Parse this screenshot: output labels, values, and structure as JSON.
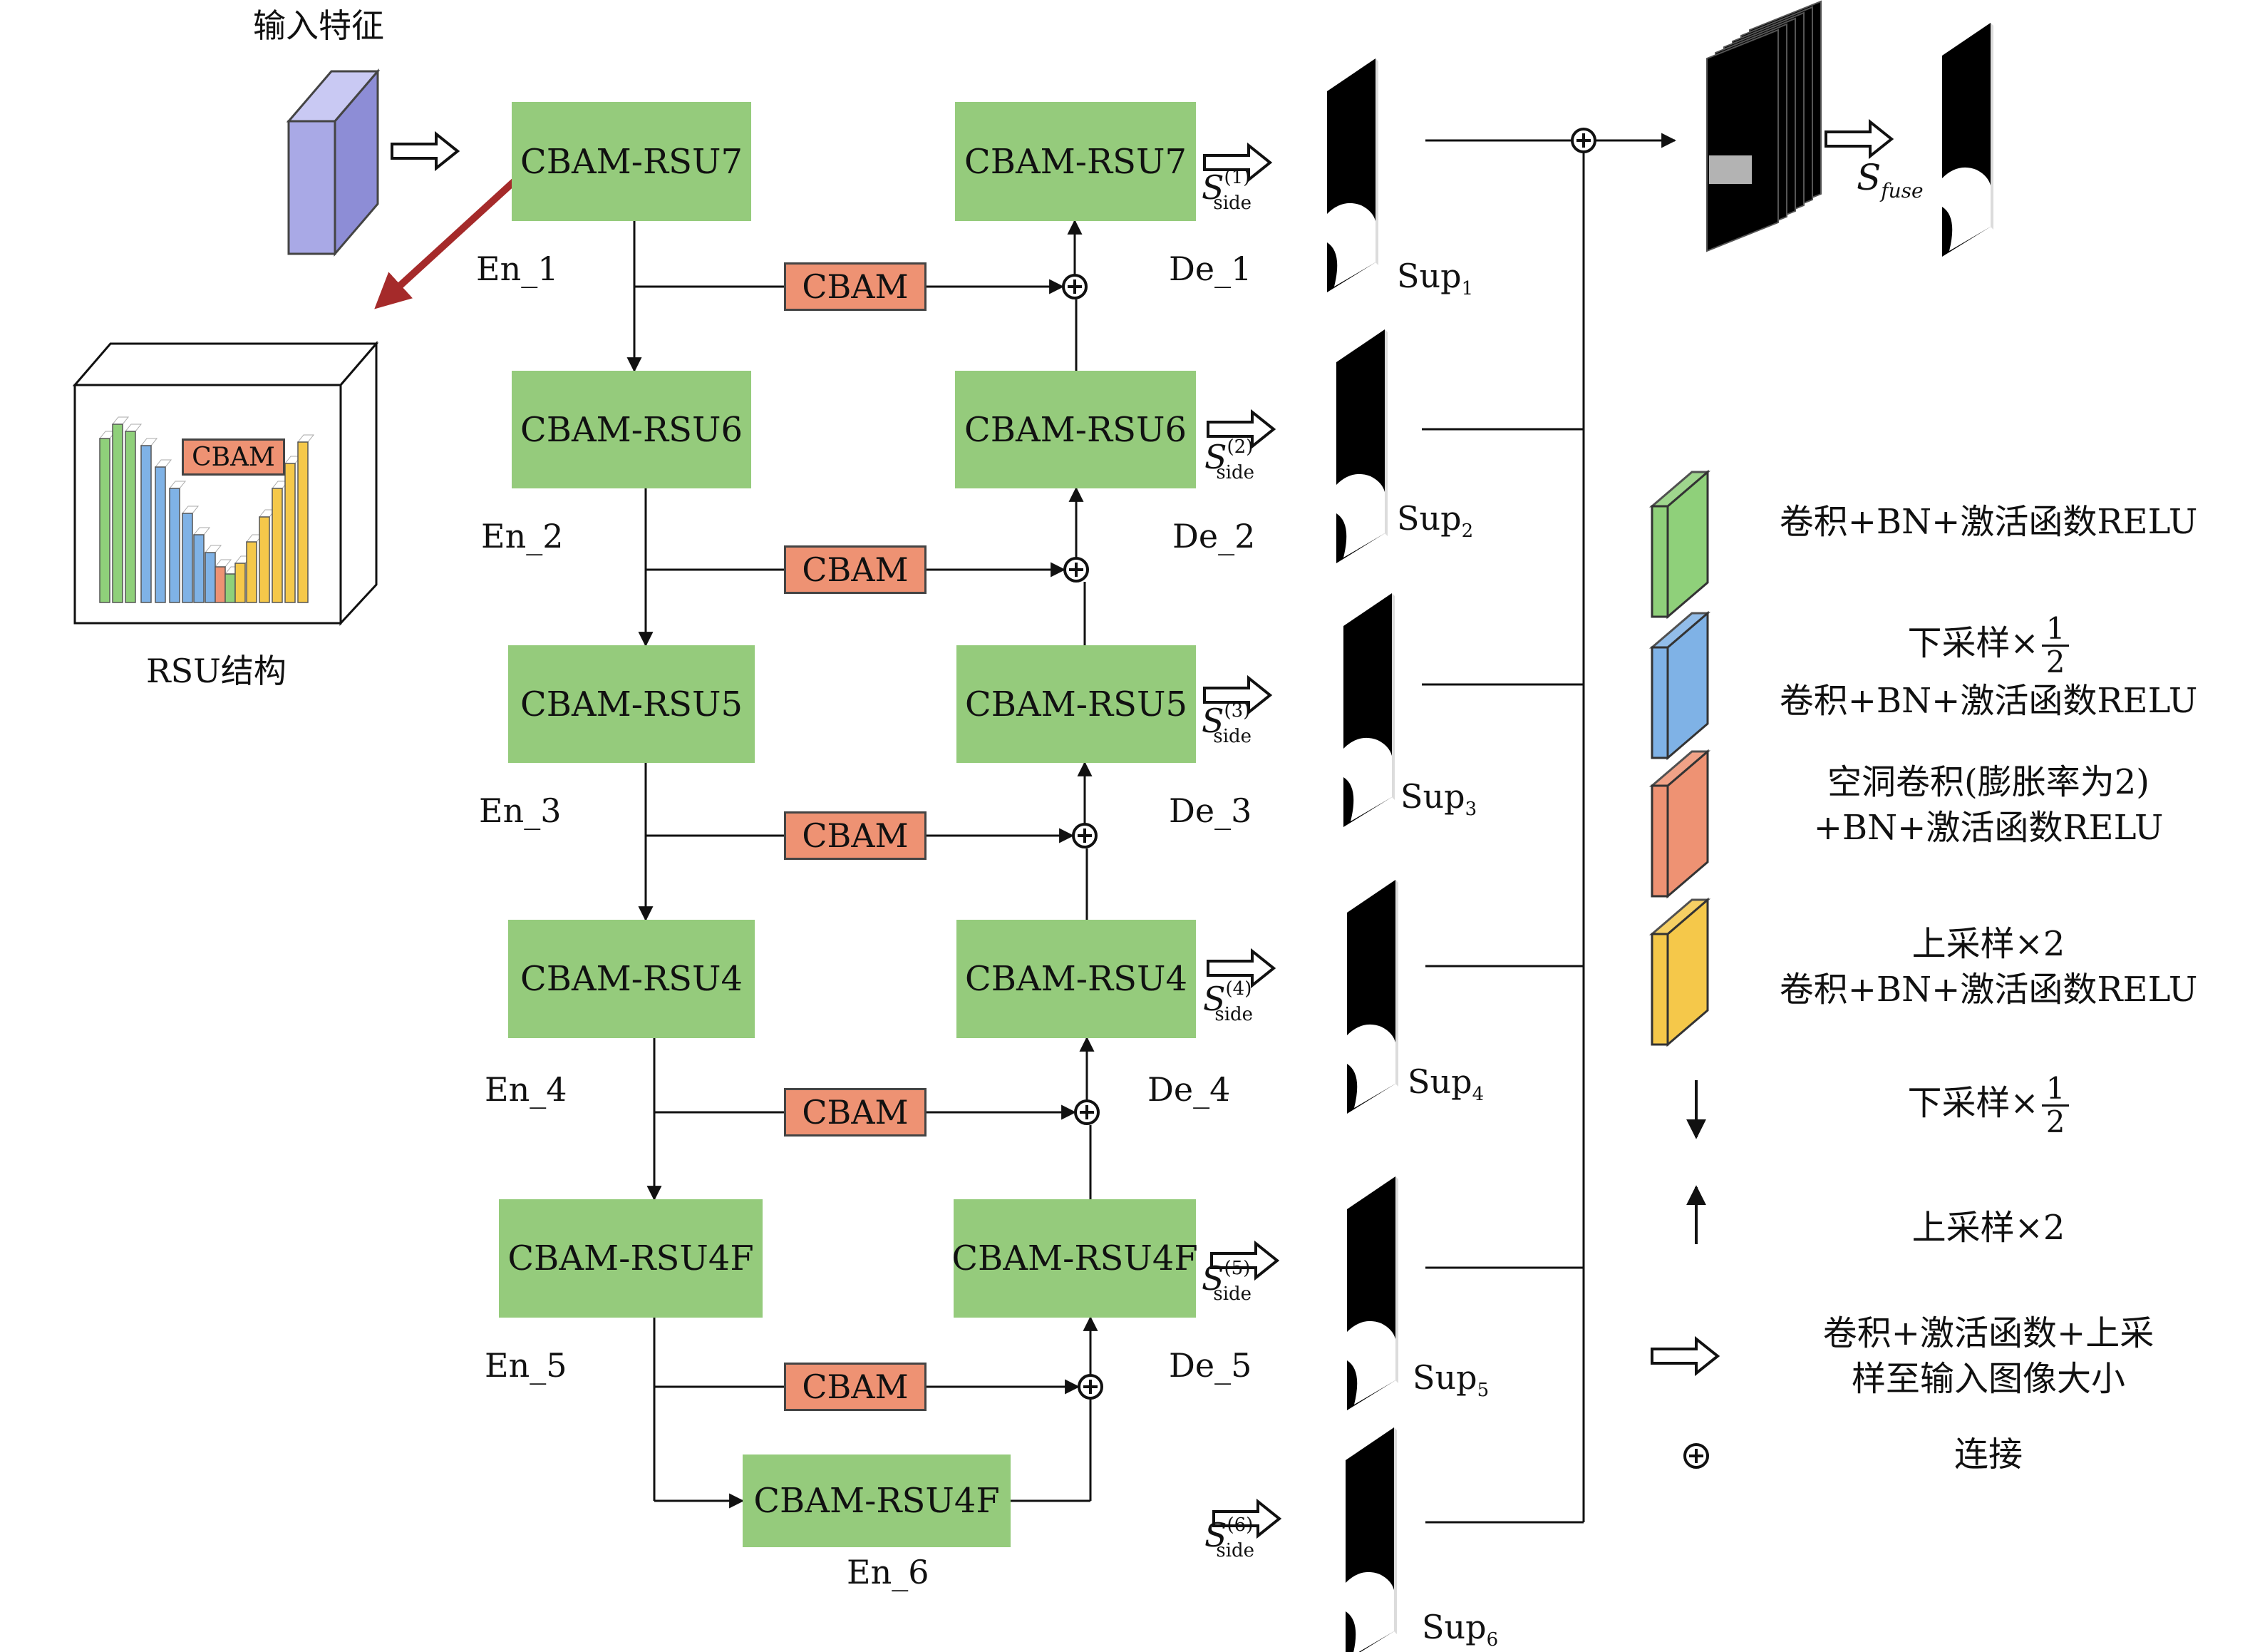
{
  "input_label": "输入特征",
  "rsu_label": "RSU结构",
  "rsu_inner_cbam": "CBAM",
  "cbam_label": "CBAM",
  "encoders": [
    {
      "name": "CBAM-RSU7",
      "tag": "En_1"
    },
    {
      "name": "CBAM-RSU6",
      "tag": "En_2"
    },
    {
      "name": "CBAM-RSU5",
      "tag": "En_3"
    },
    {
      "name": "CBAM-RSU4",
      "tag": "En_4"
    },
    {
      "name": "CBAM-RSU4F",
      "tag": "En_5"
    },
    {
      "name": "CBAM-RSU4F",
      "tag": "En_6"
    }
  ],
  "decoders": [
    {
      "name": "CBAM-RSU7",
      "tag": "De_1"
    },
    {
      "name": "CBAM-RSU6",
      "tag": "De_2"
    },
    {
      "name": "CBAM-RSU5",
      "tag": "De_3"
    },
    {
      "name": "CBAM-RSU4",
      "tag": "De_4"
    },
    {
      "name": "CBAM-RSU4F",
      "tag": "De_5"
    }
  ],
  "side_outputs": [
    {
      "sym": "S",
      "sup": "(1)",
      "sub": "side",
      "map": "Sup",
      "idx": "1"
    },
    {
      "sym": "S",
      "sup": "(2)",
      "sub": "side",
      "map": "Sup",
      "idx": "2"
    },
    {
      "sym": "S",
      "sup": "(3)",
      "sub": "side",
      "map": "Sup",
      "idx": "3"
    },
    {
      "sym": "S",
      "sup": "(4)",
      "sub": "side",
      "map": "Sup",
      "idx": "4"
    },
    {
      "sym": "S",
      "sup": "(5)",
      "sub": "side",
      "map": "Sup",
      "idx": "5"
    },
    {
      "sym": "S",
      "sup": "(6)",
      "sub": "side",
      "map": "Sup",
      "idx": "6"
    }
  ],
  "fuse": {
    "sym": "S",
    "sub": "fuse"
  },
  "legend": {
    "green": "卷积+BN+激活函数RELU",
    "blue_line1": "下采样×",
    "blue_line2": "卷积+BN+激活函数RELU",
    "orange_line1": "空洞卷积(膨胀率为2)",
    "orange_line2": "+BN+激活函数RELU",
    "yellow_line1": "上采样×2",
    "yellow_line2": "卷积+BN+激活函数RELU",
    "down_arrow": "下采样×",
    "up_arrow": "上采样×2",
    "hollow_arrow_line1": "卷积+激活函数+上采",
    "hollow_arrow_line2": "样至输入图像大小",
    "concat": "连接",
    "frac_num": "1",
    "frac_den": "2"
  },
  "colors": {
    "node": "#95cb7c",
    "cbam": "#ee9273",
    "legend_green": "#8fd07a",
    "legend_blue": "#7fb2e6",
    "legend_orange": "#ee9273",
    "legend_yellow": "#f5c84a",
    "input_cube": "#a9a9e6",
    "red_arrow": "#a52a2a"
  }
}
